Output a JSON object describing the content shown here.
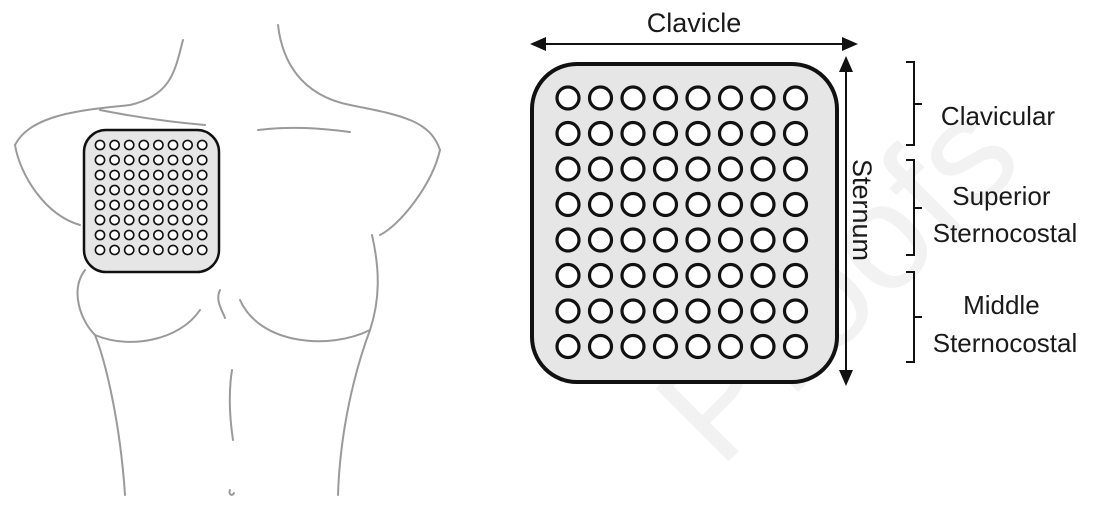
{
  "figure": {
    "arrow_top_label": "Clavicle",
    "arrow_side_label": "Sternum",
    "regions": [
      {
        "lines": [
          "Clavicular"
        ]
      },
      {
        "lines": [
          "Superior",
          "Sternocostal"
        ]
      },
      {
        "lines": [
          "Middle",
          "Sternocostal"
        ]
      }
    ],
    "electrode_grid": {
      "rows": 8,
      "cols": 8
    },
    "watermark": "Proofs",
    "colors": {
      "body_outline": "#9a9a9a",
      "patch_fill": "#e6e6e6",
      "patch_border": "#111111",
      "watermark": "#f1f1f1"
    }
  }
}
